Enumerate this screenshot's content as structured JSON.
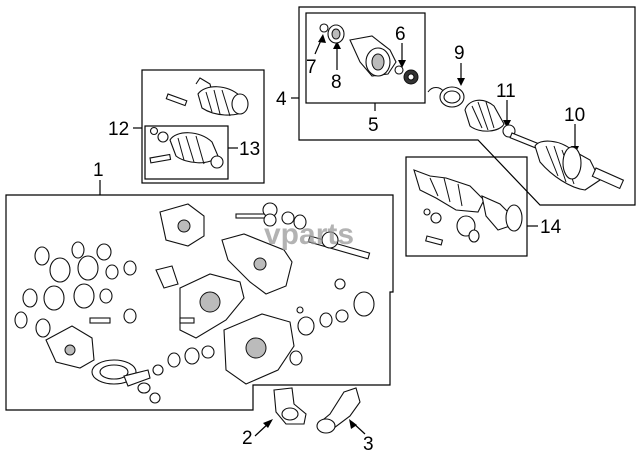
{
  "callouts": {
    "c1": "1",
    "c2": "2",
    "c3": "3",
    "c4": "4",
    "c5": "5",
    "c6": "6",
    "c7": "7",
    "c8": "8",
    "c9": "9",
    "c10": "10",
    "c11": "11",
    "c12": "12",
    "c13": "13",
    "c14": "14"
  },
  "watermark": "vparts"
}
